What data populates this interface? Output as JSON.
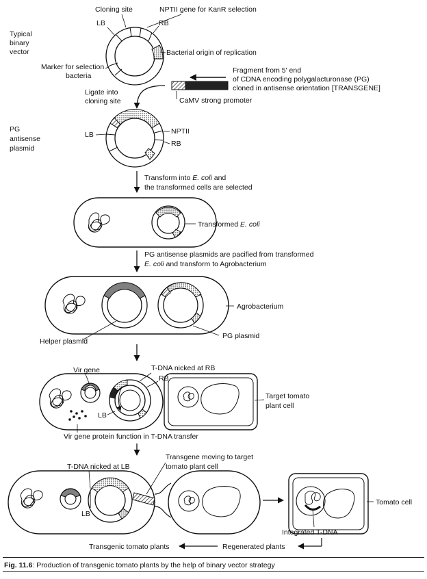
{
  "labels": {
    "cloning_site": "Cloning site",
    "nptii_kanr": "NPTII gene for KanR selection",
    "lb": "LB",
    "rb": "RB",
    "typical_1": "Typical",
    "typical_2": "binary",
    "typical_3": "vector",
    "bacterial_origin": "Bacterial origin of replication",
    "marker_1": "Marker for selection",
    "marker_2": "bacteria",
    "fragment_1": "Fragment from 5' end",
    "fragment_2": "of CDNA encoding polygalacturonase (PG)",
    "fragment_3": "cloned in antisense orientation [TRANSGENE]",
    "ligate_1": "Ligate into",
    "ligate_2": "cloning site",
    "camv": "CaMV strong promoter",
    "pg_1": "PG",
    "pg_2": "antisense",
    "pg_3": "plasmid",
    "nptii": "NPTII",
    "transform_1a": "Transform into ",
    "transform_1b": "E. coli",
    "transform_1c": " and",
    "transform_2": "the transformed cells are selected",
    "transformed_a": "Transformed ",
    "transformed_b": "E. coli",
    "purified_1": "PG antisense plasmids are pacified from transformed",
    "purified_2a": "E. coli",
    "purified_2b": " and transform to Agrobacterium",
    "agrobacterium": "Agrobacterium",
    "helper": "Helper plasmid",
    "pg_plasmid": "PG plasmid",
    "vir_gene": "Vir gene",
    "tdna_rb": "T-DNA nicked at RB",
    "target_1": "Target tomato",
    "target_2": "plant cell",
    "vir_protein": "Vir gene protein function in T-DNA transfer",
    "tdna_lb": "T-DNA nicked at LB",
    "transgene_1": "Transgene moving to target",
    "transgene_2": "tomato plant cell",
    "tomato_cell": "Tomato cell",
    "integrated": "Integrated T-DNA",
    "transgenic": "Transgenic tomato plants",
    "regenerated": "Regenerated plants"
  },
  "caption": {
    "fig": "Fig. 11.6",
    "text": ": Production of transgenic tomato plants by the help of binary vector strategy"
  }
}
